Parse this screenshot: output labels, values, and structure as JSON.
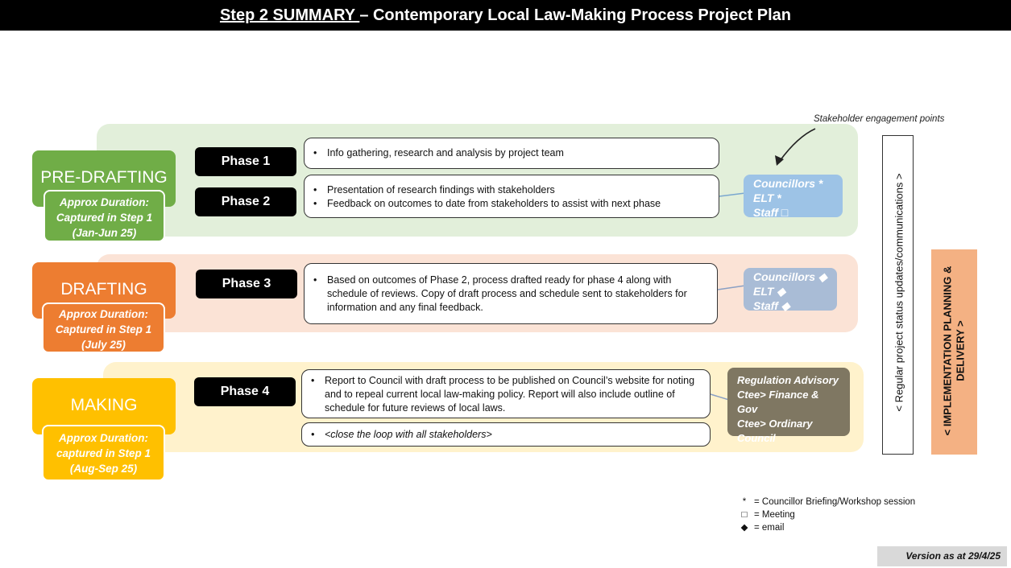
{
  "title": {
    "underlined": "Step 2 SUMMARY ",
    "rest": "– Contemporary Local Law-Making Process Project Plan"
  },
  "stages": [
    {
      "name": "PRE-DRAFTING",
      "duration_lines": [
        "Approx Duration:",
        "Captured in Step 1",
        "(Jan-Jun 25)"
      ]
    },
    {
      "name": "DRAFTING",
      "duration_lines": [
        "Approx Duration:",
        "Captured in Step 1",
        "(July 25)"
      ]
    },
    {
      "name": "MAKING",
      "duration_lines": [
        "Approx Duration:",
        "captured in Step 1",
        "(Aug-Sep 25)"
      ]
    }
  ],
  "phases": [
    {
      "label": "Phase 1",
      "bullets": [
        "Info gathering, research and analysis by project team"
      ]
    },
    {
      "label": "Phase 2",
      "bullets": [
        "Presentation of research findings with stakeholders",
        "Feedback on outcomes to date from stakeholders to assist with next phase"
      ]
    },
    {
      "label": "Phase 3",
      "bullets": [
        "Based on outcomes of Phase 2, process drafted ready for phase 4 along with schedule of reviews. Copy of draft process and schedule sent to stakeholders for information and any final feedback."
      ]
    },
    {
      "label": "Phase 4",
      "bullets": [
        "Report to Council with draft process to be published on Council’s website for noting and to repeal current local law-making policy. Report will also include outline of schedule for future reviews of local laws."
      ],
      "extra": "<close the loop with all stakeholders>"
    }
  ],
  "stakeholder_note": "Stakeholder engagement points",
  "stakeholders": {
    "pre_drafting": [
      {
        "name": "Councillors",
        "symbol": "*"
      },
      {
        "name": "ELT",
        "symbol": "*"
      },
      {
        "name": "Staff",
        "symbol": "□"
      }
    ],
    "drafting": [
      {
        "name": "Councillors",
        "symbol": "◆"
      },
      {
        "name": "ELT",
        "symbol": "◆"
      },
      {
        "name": "Staff",
        "symbol": "◆"
      }
    ],
    "making": [
      "Regulation Advisory",
      "Ctee> Finance & Gov",
      "Ctee> Ordinary",
      "Council"
    ]
  },
  "side_bars": {
    "status": "< Regular project status updates/communications >",
    "implementation_line1": "< IMPLEMENTATION PLANNING &",
    "implementation_line2": "DELIVERY >"
  },
  "legend": [
    {
      "symbol": "*",
      "text": "= Councillor Briefing/Workshop session"
    },
    {
      "symbol": "□",
      "text": "= Meeting"
    },
    {
      "symbol": "◆",
      "text": "= email"
    }
  ],
  "version": "Version as at 29/4/25",
  "colors": {
    "pre_drafting": "#70AD47",
    "pre_drafting_band": "#E2EFDA",
    "drafting": "#ED7D31",
    "drafting_band": "#FBE3D6",
    "making": "#FFC000",
    "making_band": "#FFF2CC",
    "stakeholder_pre": "#9DC3E6",
    "stakeholder_drafting": "#A9BCD6",
    "stakeholder_making": "#7F7762",
    "implementation": "#F4B183"
  }
}
